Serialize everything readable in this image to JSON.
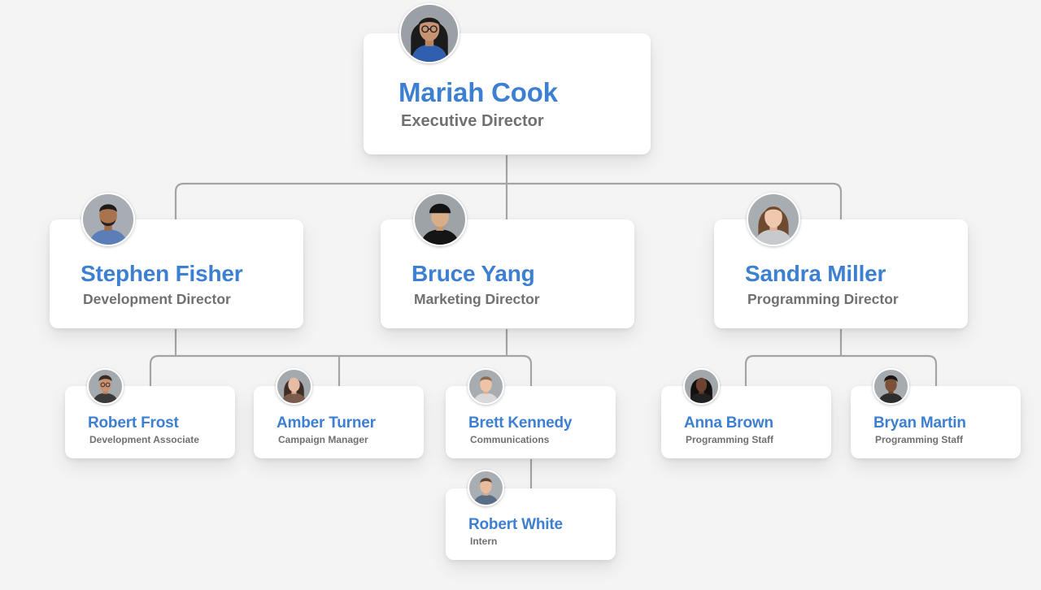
{
  "people": [
    {
      "id": "mariah",
      "name": "Mariah Cook",
      "role": "Executive Director",
      "avatar": "person-portrait"
    },
    {
      "id": "stephen",
      "name": "Stephen Fisher",
      "role": "Development Director",
      "avatar": "person-portrait"
    },
    {
      "id": "bruce",
      "name": "Bruce Yang",
      "role": "Marketing Director",
      "avatar": "person-portrait"
    },
    {
      "id": "sandra",
      "name": "Sandra Miller",
      "role": "Programming Director",
      "avatar": "person-portrait"
    },
    {
      "id": "robert-frost",
      "name": "Robert Frost",
      "role": "Development Associate",
      "avatar": "person-portrait"
    },
    {
      "id": "amber",
      "name": "Amber Turner",
      "role": "Campaign Manager",
      "avatar": "person-portrait"
    },
    {
      "id": "brett",
      "name": "Brett Kennedy",
      "role": "Communications",
      "avatar": "person-portrait"
    },
    {
      "id": "anna",
      "name": "Anna Brown",
      "role": "Programming Staff",
      "avatar": "person-portrait"
    },
    {
      "id": "bryan",
      "name": "Bryan Martin",
      "role": "Programming Staff",
      "avatar": "person-portrait"
    },
    {
      "id": "robert-white",
      "name": "Robert White",
      "role": "Intern",
      "avatar": "person-portrait"
    }
  ],
  "colors": {
    "name": "#3d7fd1",
    "role": "#707070",
    "connector": "#a4a4a4",
    "background": "#f4f4f4"
  }
}
